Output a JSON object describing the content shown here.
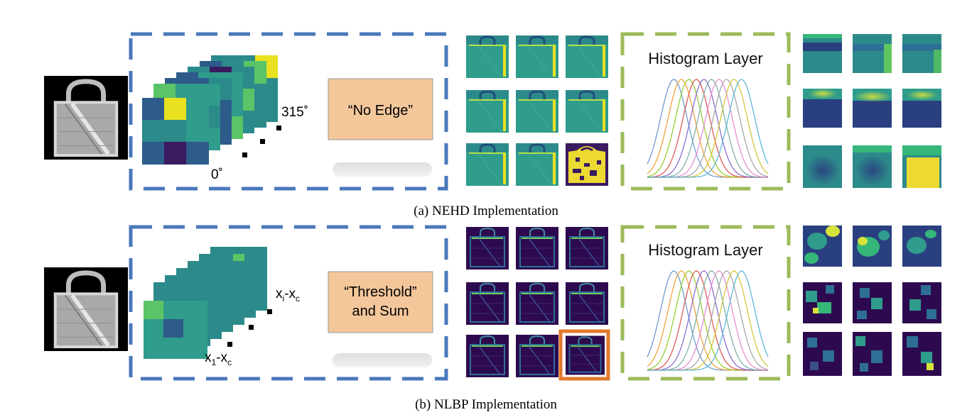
{
  "panels": [
    {
      "id": "nehd",
      "caption": "(a) NEHD Implementation",
      "stack_label_top": "315˚",
      "stack_label_bottom": "0˚",
      "box_text_line1": "“No Edge”",
      "box_text_line2": "",
      "histogram_title": "Histogram Layer"
    },
    {
      "id": "nlbp",
      "caption": "(b) NLBP Implementation",
      "stack_label_top_main": "x",
      "stack_label_top_sub1": "i",
      "stack_label_top_mid": "-x",
      "stack_label_top_sub2": "c",
      "stack_label_bottom_main": "x",
      "stack_label_bottom_sub1": "1",
      "stack_label_bottom_mid": "-x",
      "stack_label_bottom_sub2": "c",
      "box_text_line1": "“Threshold”",
      "box_text_line2": "and Sum",
      "histogram_title": "Histogram Layer"
    }
  ],
  "colors": {
    "dashed_blue": "#4a78bb",
    "dashed_green": "#9cbb5a",
    "box_fill": "#f4c79b",
    "box_stroke": "#999999",
    "highlight": "#e07a2c",
    "viridis_dark": "#440154",
    "viridis_blue": "#31688e",
    "viridis_teal": "#35b779",
    "viridis_yellow": "#fde725"
  },
  "icons": {
    "input_image": "handbag-image-icon",
    "feature_map": "feature-map-icon",
    "histogram": "gaussian-bins-icon"
  }
}
